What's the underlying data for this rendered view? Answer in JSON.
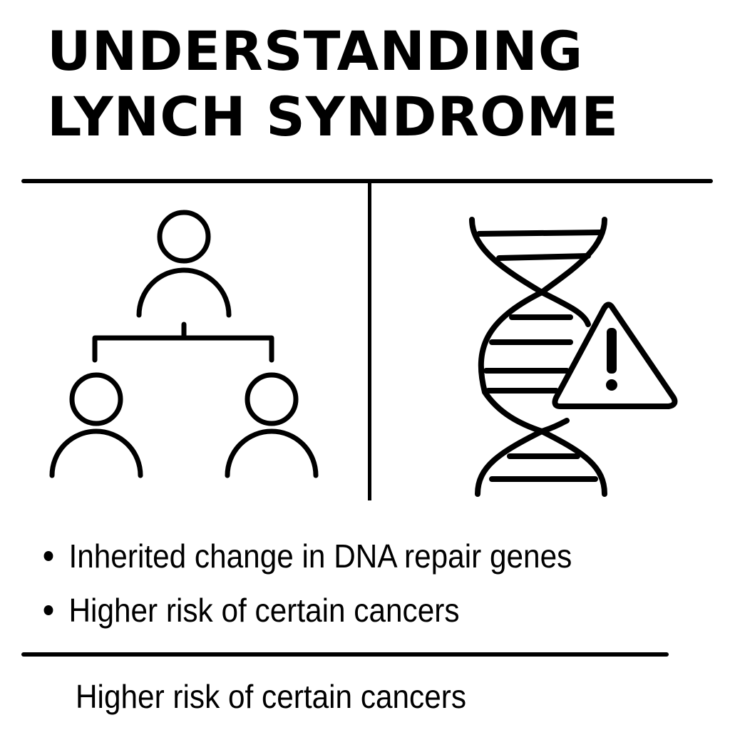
{
  "title": {
    "line1": "UNDERSTANDING",
    "line2": "LYNCH SYNDROME"
  },
  "panels": {
    "left": {
      "icon": "family-tree-icon",
      "description": "Parent figure connected to two child figures"
    },
    "right": {
      "icon": "dna-helix-with-warning-icon",
      "warning_glyph": "!"
    }
  },
  "bullets": [
    {
      "text": "Inherited change in DNA repair genes"
    },
    {
      "text": "Higher risk of certain cancers"
    }
  ],
  "footer": {
    "text": "Higher risk of certain cancers"
  },
  "colors": {
    "ink": "#000000",
    "background": "#ffffff"
  }
}
